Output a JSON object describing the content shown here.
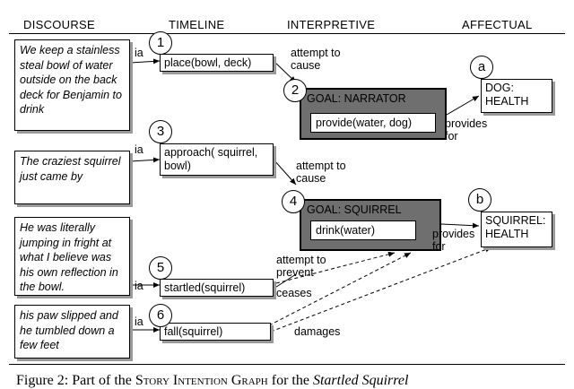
{
  "columns": {
    "discourse": "DISCOURSE",
    "timeline": "TIMELINE",
    "interpretive": "INTERPRETIVE",
    "affectual": "AFFECTUAL"
  },
  "discourse": [
    "We keep a stainless steal bowl of water outside on the back deck for Benjamin to drink",
    "The craziest squirrel just came by",
    "He was literally jumping in fright at what I believe was his own reflection in the bowl.",
    "his paw slipped and he tumbled down a few feet"
  ],
  "timeline": [
    {
      "num": "1",
      "text": "place(bowl, deck)"
    },
    {
      "num": "3",
      "text": "approach( squirrel, bowl)"
    },
    {
      "num": "5",
      "text": "startled(squirrel)"
    },
    {
      "num": "6",
      "text": "fall(squirrel)"
    }
  ],
  "goals": [
    {
      "num": "2",
      "title": "GOAL: NARRATOR",
      "content": "provide(water, dog)"
    },
    {
      "num": "4",
      "title": "GOAL: SQUIRREL",
      "content": "drink(water)"
    }
  ],
  "affect": [
    {
      "letter": "a",
      "text": "DOG: HEALTH"
    },
    {
      "letter": "b",
      "text": "SQUIRREL: HEALTH"
    }
  ],
  "edges": {
    "ia": "ia",
    "attempt_to_cause": "attempt to cause",
    "attempt_to_prevent": "attempt to prevent",
    "provides_for": "provides for",
    "ceases": "ceases",
    "damages": "damages"
  },
  "caption": {
    "prefix": "Figure 2: Part of the ",
    "smallcaps": "Story Intention Graph",
    "middle": " for the ",
    "italic": "Startled Squirrel"
  }
}
